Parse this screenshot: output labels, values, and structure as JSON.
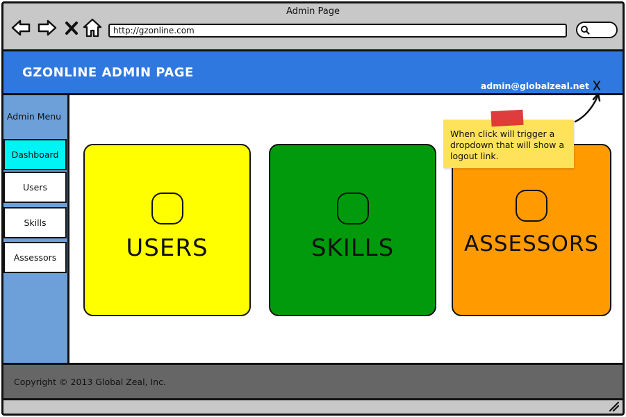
{
  "window": {
    "title": "Admin Page",
    "url": "http://gzonline.com"
  },
  "header": {
    "title": "GZONLINE ADMIN PAGE",
    "user_email": "admin@globalzeal.net"
  },
  "sidebar": {
    "title": "Admin Menu",
    "items": [
      {
        "label": "Dashboard",
        "active": true
      },
      {
        "label": "Users",
        "active": false
      },
      {
        "label": "Skills",
        "active": false
      },
      {
        "label": "Assessors",
        "active": false
      }
    ]
  },
  "tiles": [
    {
      "label": "USERS",
      "color": "#ffff00"
    },
    {
      "label": "SKILLS",
      "color": "#009a0c"
    },
    {
      "label": "ASSESSORS",
      "color": "#ff9a00"
    }
  ],
  "annotation": {
    "text": "When click will trigger a dropdown that will show a logout link."
  },
  "footer": {
    "copyright": "Copyright © 2013 Global Zeal, Inc."
  },
  "colors": {
    "header_bg": "#2f78df",
    "sidebar_bg": "#6d9fd9",
    "active_item": "#00f3f5",
    "footer_bg": "#666666",
    "sticky_note": "#fde25a",
    "tape": "#dd3333"
  },
  "icons": {
    "back": "arrow-left-icon",
    "forward": "arrow-right-icon",
    "stop": "close-icon",
    "home": "home-icon",
    "search": "search-icon",
    "tile": "rounded-square-icon",
    "resize": "resize-grip-icon"
  }
}
